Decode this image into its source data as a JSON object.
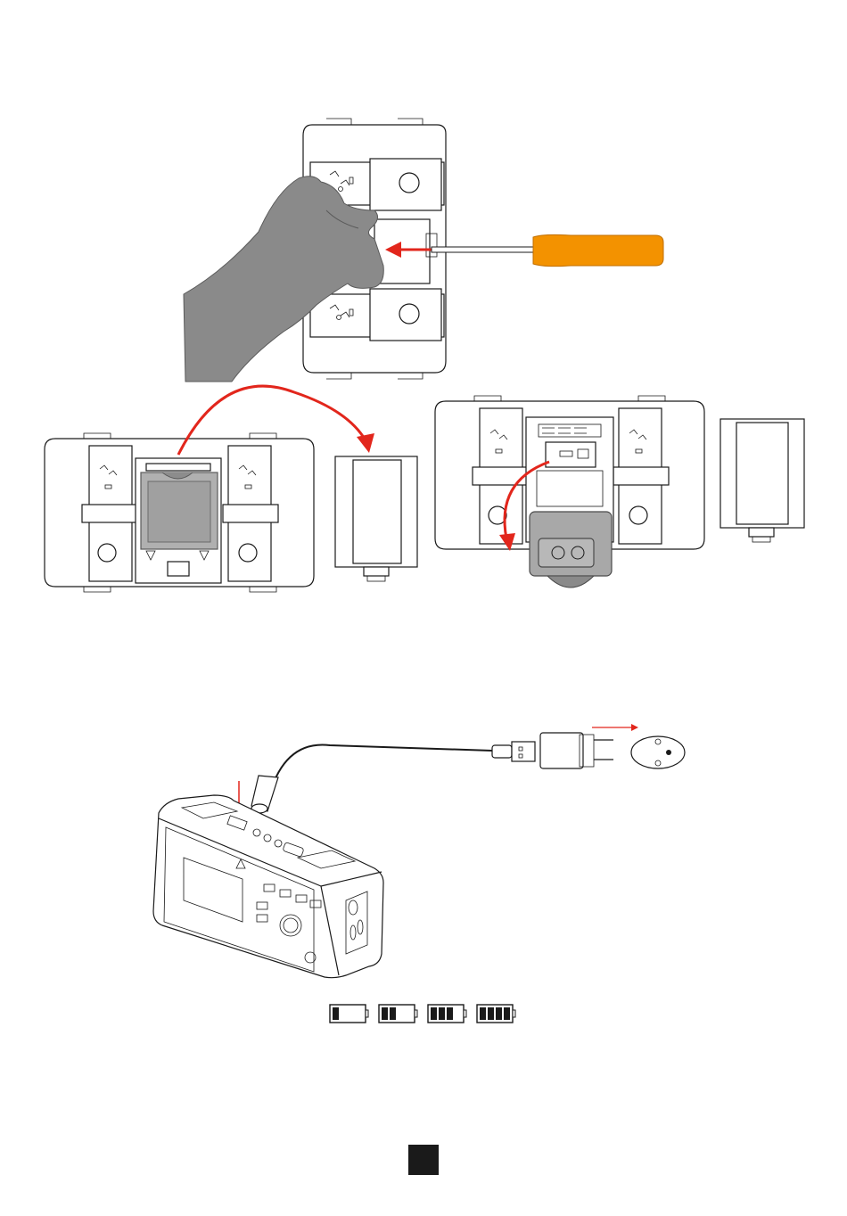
{
  "figures": {
    "step1": "battery-removal-with-screwdriver",
    "step2": "battery-compartment-open",
    "step3": "battery-pack-removed",
    "step4": "usb-charging-connection"
  },
  "battery_indicator": {
    "levels": [
      1,
      2,
      3,
      4
    ],
    "max_level": 4
  },
  "colors": {
    "arrow": "#e2261c",
    "screwdriver_handle": "#f39200",
    "hand": "#8a8a8a",
    "battery_cover": "#b0b0b0",
    "page_mark": "#1a1a1a"
  }
}
